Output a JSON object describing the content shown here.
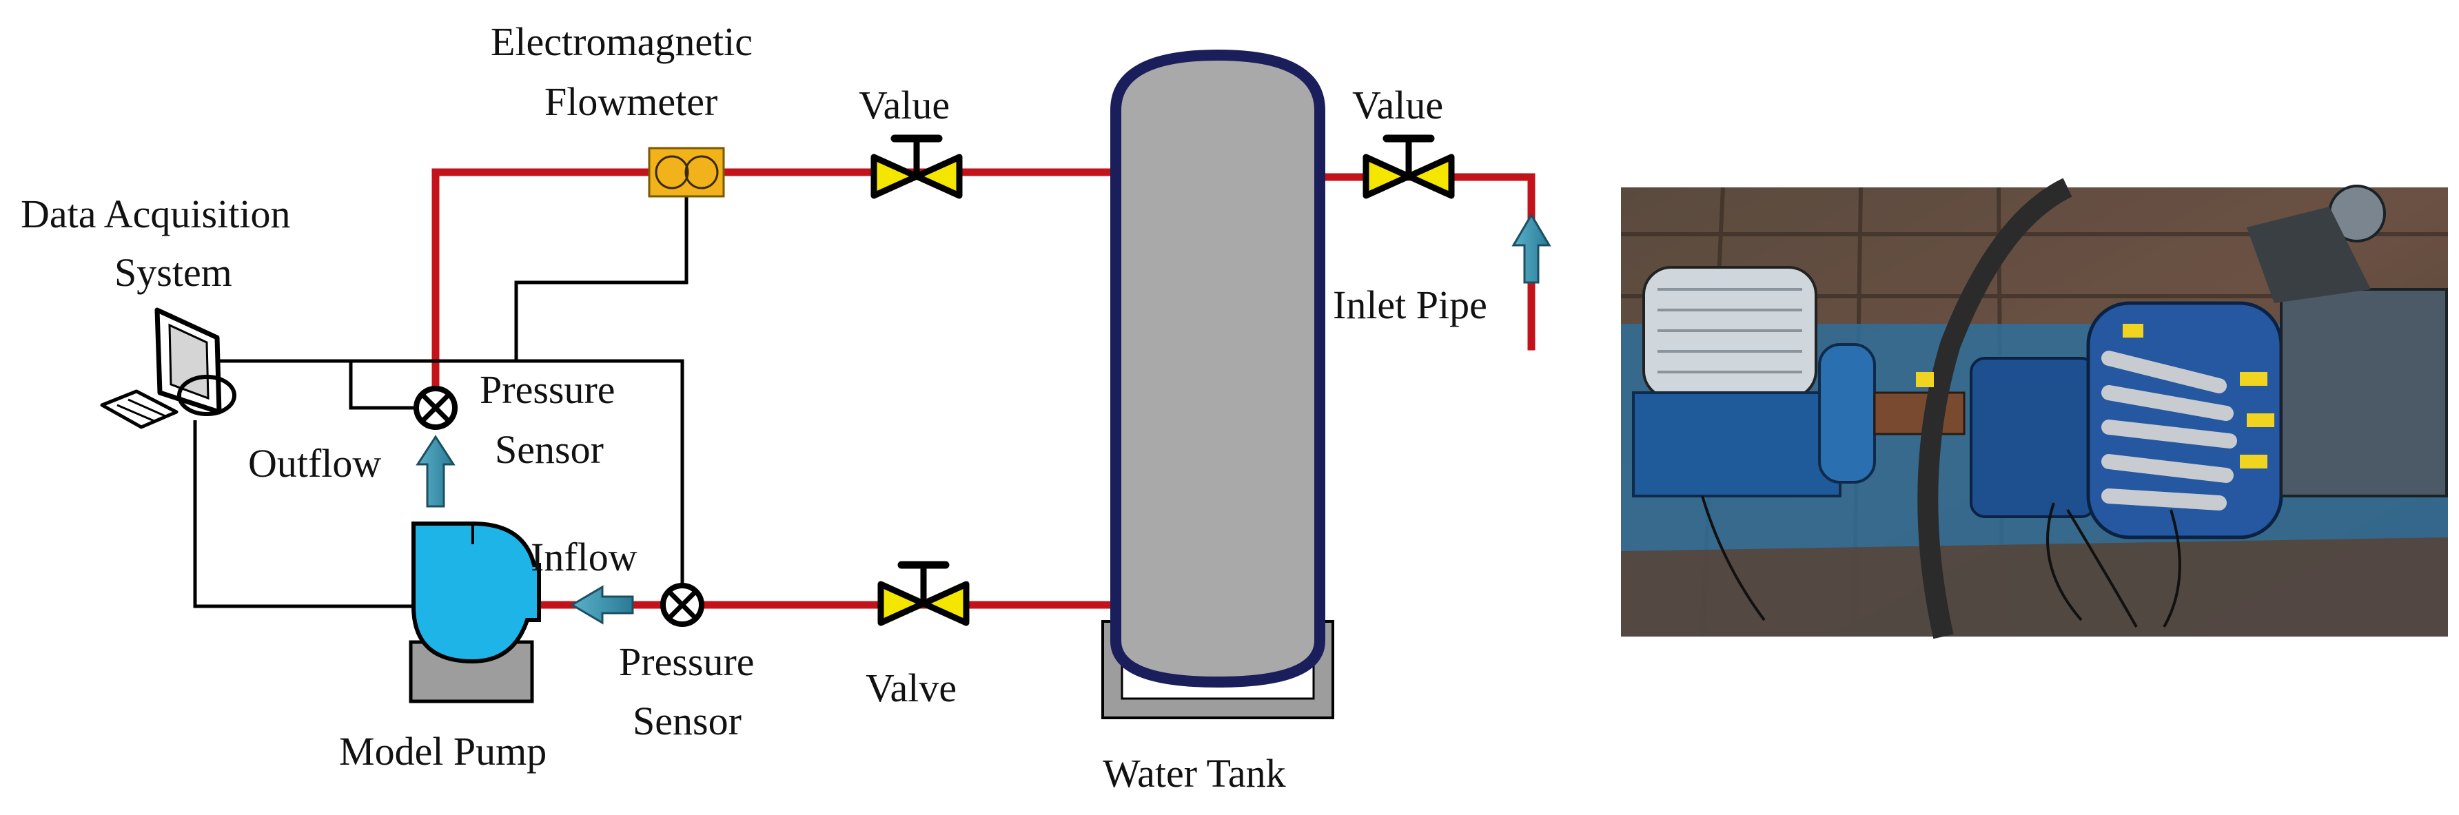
{
  "labels": {
    "flowmeter_line1": "Electromagnetic",
    "flowmeter_line2": "Flowmeter",
    "valve_top_1": "Value",
    "valve_top_2": "Value",
    "valve_bottom": "Valve",
    "daq_line1": "Data Acquisition",
    "daq_line2": "System",
    "inlet_pipe": "Inlet Pipe",
    "pressure_sensor_top_1": "Pressure",
    "pressure_sensor_top_2": "Sensor",
    "outflow": "Outflow",
    "inflow": "Inflow",
    "pressure_sensor_bottom_1": "Pressure",
    "pressure_sensor_bottom_2": "Sensor",
    "model_pump": "Model Pump",
    "water_tank": "Water Tank"
  },
  "colors": {
    "pipe": "#c4121a",
    "tank_fill": "#a9a9a9",
    "tank_outline": "#1a1f5c",
    "pump_body": "#1fb4e8",
    "flow_arrow": "#2f8aa6",
    "valve_triangle": "#f5e600",
    "flowmeter_box": "#f2b21b",
    "base": "#9d9d9d"
  }
}
